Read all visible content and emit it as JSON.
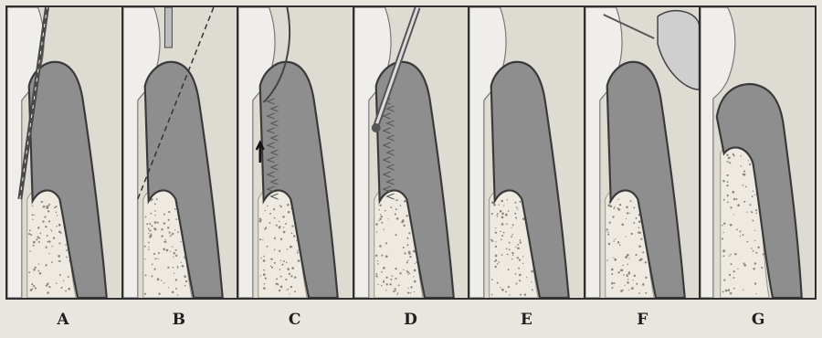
{
  "panels": [
    {
      "label": "A",
      "step": "probe"
    },
    {
      "label": "B",
      "step": "incision"
    },
    {
      "label": "C",
      "step": "reflection"
    },
    {
      "label": "D",
      "step": "bur"
    },
    {
      "label": "E",
      "step": "contour"
    },
    {
      "label": "F",
      "step": "suture"
    },
    {
      "label": "G",
      "step": "healed"
    }
  ],
  "colors": {
    "background": "#dedbd3",
    "bone": "#eeeae2",
    "bone_speckle": "#8c877d",
    "gingiva": "#8e8e8e",
    "gingiva_outline": "#3a3a3a",
    "tooth": "#efeeea",
    "instrument": "#4a4a4a"
  }
}
